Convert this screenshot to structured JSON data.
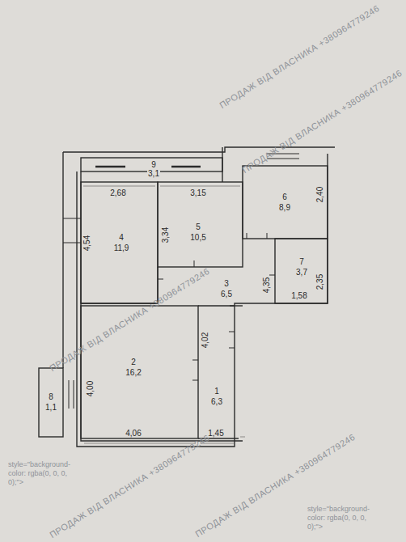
{
  "diagram": {
    "labels": [
      "9",
      "3,1",
      "2,68",
      "3,15",
      "3,34",
      "4,54",
      "4",
      "11,9",
      "5",
      "10,5",
      "6",
      "8,9",
      "2,40",
      "4,35",
      "7",
      "3,7",
      "2,35",
      "1,58",
      "3",
      "6,5",
      "4,02",
      "4,00",
      "2",
      "16,2",
      "1",
      "6,3",
      "4,06",
      "1,45",
      "8",
      "1,1",
      "ПРОДАЖ ВІД ВЛАСНИКА +380964779246",
      "ПРОДАЖ ВІД ВЛАСНИКА +380964779246",
      "ПРОДАЖ ВІД ВЛАСНИКА +380964779246",
      "ПРОДАЖ ВІД ВЛАСНИКА +380964779246",
      "ПРОДАЖ ВІД ВЛАСНИКА +380964779246",
      "style=\"background-color: rgba(0, 0, 0, 0);\">",
      "style=\"background-color: rgba(0, 0, 0, 0);\">"
    ]
  }
}
